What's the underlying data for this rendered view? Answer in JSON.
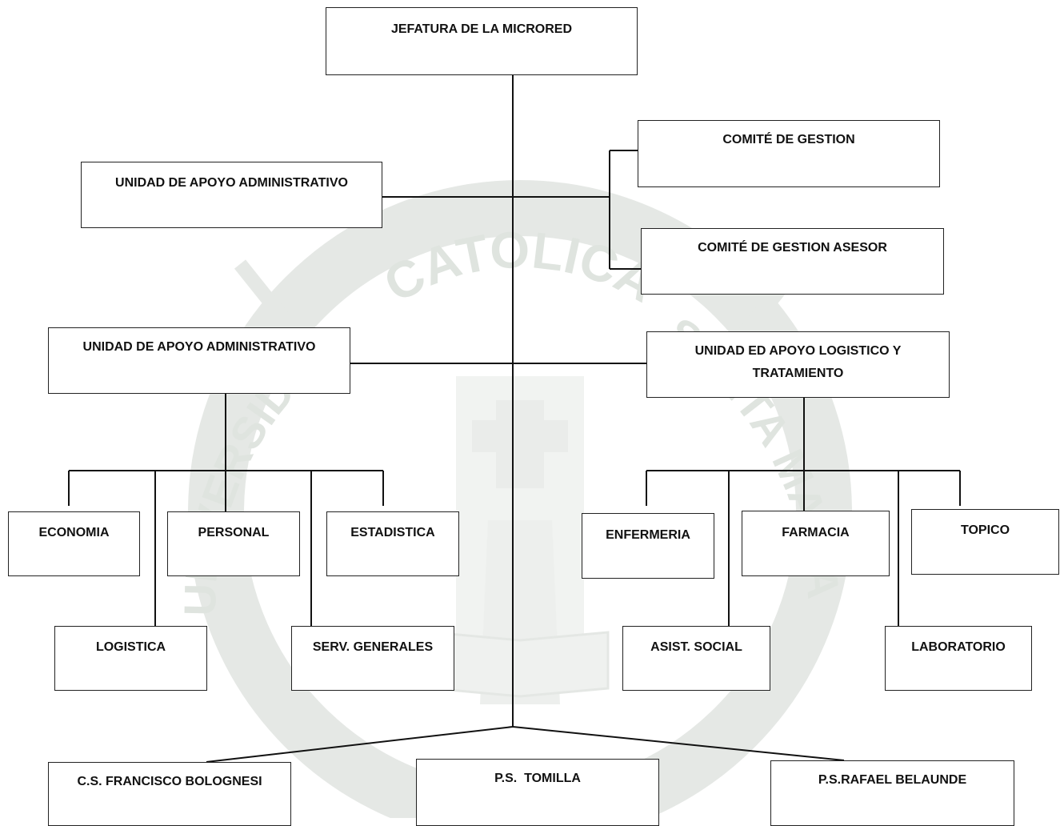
{
  "nodes": {
    "jefatura": "JEFATURA DE LA MICRORED",
    "comite_gestion": "COMITÉ DE GESTION",
    "unidad_apoyo_admin_top": "UNIDAD DE APOYO ADMINISTRATIVO",
    "comite_gestion_asesor": "COMITÉ DE GESTION ASESOR",
    "unidad_apoyo_admin": "UNIDAD DE APOYO ADMINISTRATIVO",
    "unidad_apoyo_logistico": "UNIDAD ED APOYO LOGISTICO Y\nTRATAMIENTO",
    "economia": "ECONOMIA",
    "personal": "PERSONAL",
    "estadistica": "ESTADISTICA",
    "logistica": "LOGISTICA",
    "serv_generales": "SERV. GENERALES",
    "enfermeria": "ENFERMERIA",
    "farmacia": "FARMACIA",
    "topico": "TOPICO",
    "asist_social": "ASIST. SOCIAL",
    "laboratorio": "LABORATORIO",
    "cs_bolognesi": "C.S. FRANCISCO BOLOGNESI",
    "ps_tomilla": "P.S.  TOMILLA",
    "ps_belaunde": "P.S.RAFAEL BELAUNDE"
  },
  "watermark": {
    "arc_left": "UNIVERSIDAD",
    "arc_top": "CATOLICA",
    "arc_right": "SANTA MARIA",
    "color": "#d8dcd8"
  },
  "colors": {
    "line": "#111111",
    "box_border": "#222222"
  }
}
